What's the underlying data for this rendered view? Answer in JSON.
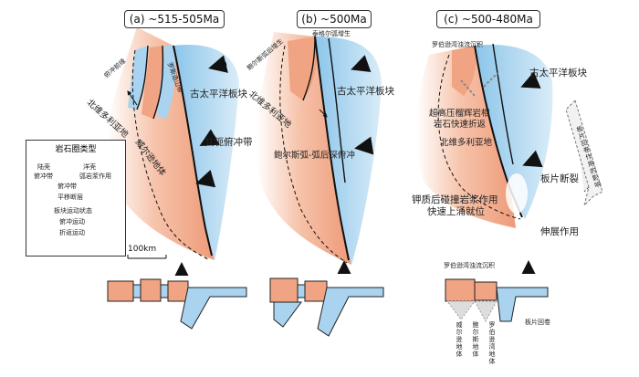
{
  "panels": [
    {
      "label": "(a) ~515-505Ma",
      "texts": {
        "paleo_pacific": "古太平洋板块",
        "north_victoria": "北维多利亚地",
        "wilson_terrane": "威尔逊地体",
        "ross_orogen": "罗斯造山带",
        "subduction_belt": "共轭俯冲带",
        "extension": "俯冲前缘"
      }
    },
    {
      "label": "(b) ~500Ma",
      "texts": {
        "paleo_pacific": "古太平洋板块",
        "north_victoria": "北维多利亚地",
        "backarc_growth": "鲍尔斯弧后增生",
        "tasman_growth": "泰格尔弧增生",
        "backarc_subduction": "鲍尔斯弧-弧后深俯冲"
      }
    },
    {
      "label": "(c) ~500-480Ma",
      "texts": {
        "paleo_pacific": "古太平洋板块",
        "north_victoria": "北维多利亚地",
        "robertson_basin": "罗伯逊湾浊流沉积",
        "uhp_exhumation_1": "超高压榴辉岩相",
        "uhp_exhumation_2": "岩石快速折返",
        "slab_break": "板片断裂",
        "magma_1": "钾质后碰撞岩浆作用",
        "magma_2": "快速上涌就位",
        "extension": "伸展作用",
        "rollback": "板片回卷作用的影响",
        "section_robertson": "罗伯逊湾浊流沉积",
        "slab_rollback": "板片回卷",
        "sec_wilson": "威尔逊地体",
        "sec_bowers": "鲍尔斯地体",
        "sec_robertson": "罗伯逊湾地体"
      }
    }
  ],
  "legend": {
    "title": "岩石圈类型",
    "continental": "陆壳",
    "oceanic": "洋壳",
    "subduction_zone": "俯冲带",
    "arc_magma": "弧岩浆作用",
    "sub_1": "俯冲带",
    "sub_2": "平移断层",
    "plate_motion": "板块运动状态",
    "subduct_motion": "俯冲运动",
    "exhume_motion": "折返运动"
  },
  "scale": "100km",
  "colors": {
    "continental": "#f0a483",
    "oceanic": "#a9d3ef",
    "line": "#111111"
  }
}
